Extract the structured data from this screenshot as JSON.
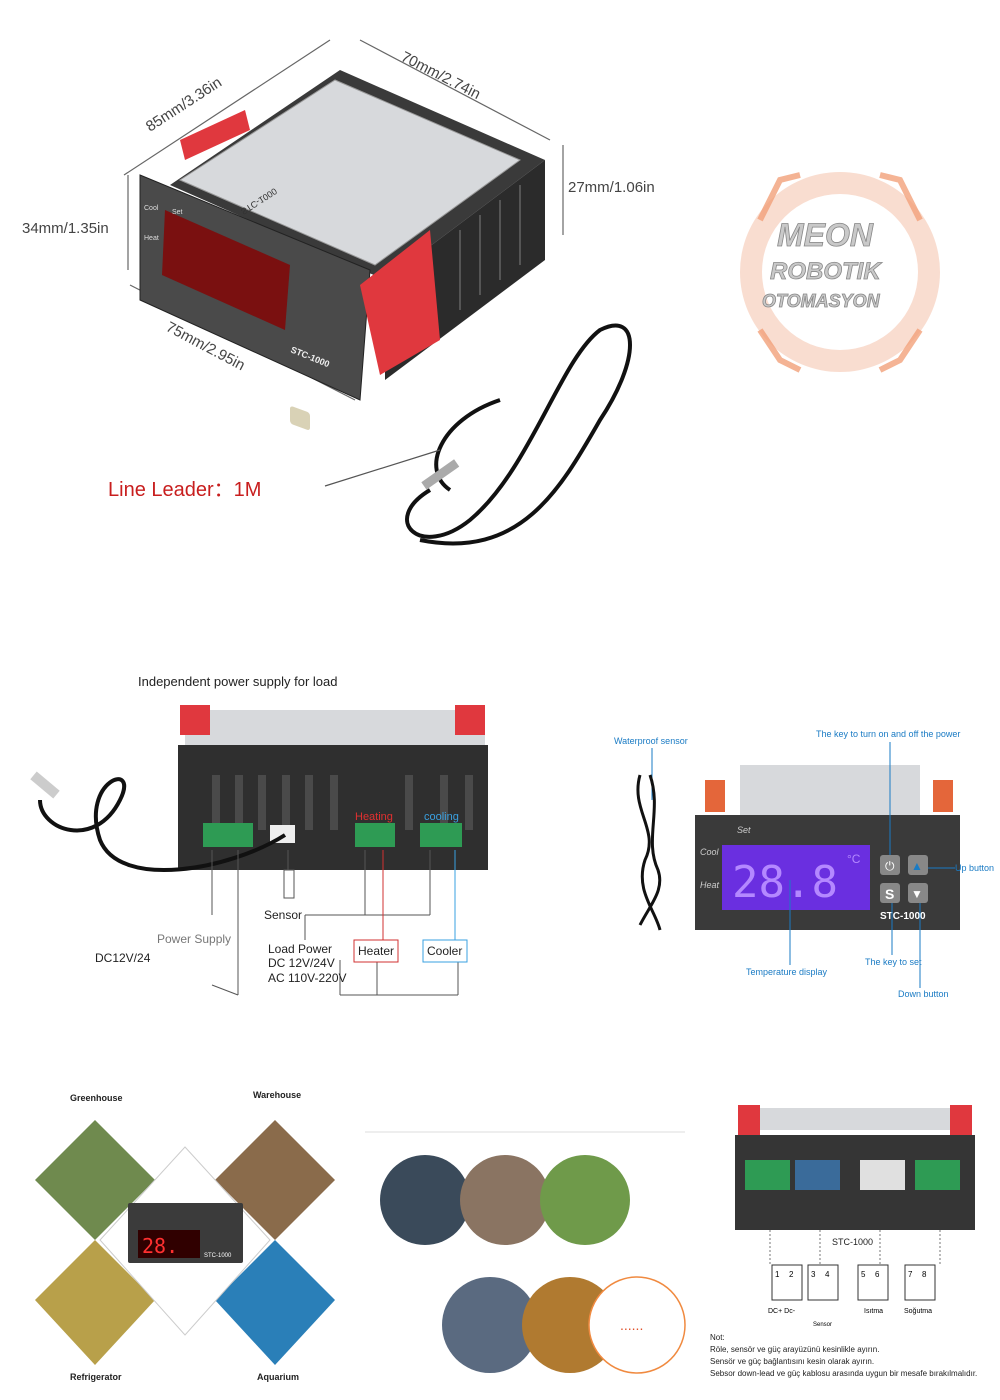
{
  "dimensions": {
    "length": "85mm/3.36in",
    "width": "70mm/2.74in",
    "front_height": "34mm/1.35in",
    "body_height": "27mm/1.06in",
    "depth": "75mm/2.95in"
  },
  "device": {
    "model": "STC-1000",
    "cool": "Cool",
    "heat": "Heat",
    "set": "Set",
    "set_key": "S",
    "display_value": "28.8",
    "display_unit": "°C"
  },
  "line_leader": "Line Leader：1M",
  "watermark": {
    "line1": "MEON",
    "line2": "ROBOTIK",
    "line3": "OTOMASYON"
  },
  "wiring": {
    "title": "Independent power supply for load",
    "heating": "Heating",
    "cooling": "cooling",
    "sensor": "Sensor",
    "power_supply": "Power Supply",
    "dc": "DC12V/24",
    "load_power": "Load Power",
    "load_dc": "DC 12V/24V",
    "load_ac": "AC 110V-220V",
    "heater": "Heater",
    "cooler": "Cooler"
  },
  "callouts": {
    "waterproof": "Waterproof sensor",
    "power_key": "The key to turn on and off the power",
    "up": "Up button",
    "temp": "Temperature display",
    "set_key": "The key to set",
    "down": "Down button"
  },
  "applications": {
    "greenhouse": "Greenhouse",
    "warehouse": "Warehouse",
    "refrigerator": "Refrigerator",
    "aquarium": "Aquarium",
    "more": "......"
  },
  "terminal": {
    "model": "STC-1000",
    "nums": [
      "1",
      "2",
      "3",
      "4",
      "5",
      "6",
      "7",
      "8"
    ],
    "dc": "DC+ Dc-",
    "sensor": "Sensor",
    "isitma": "Isıtma",
    "sogutma": "Soğutma",
    "note_title": "Not:",
    "note1": "Röle, sensör ve güç arayüzünü kesinlikle ayırın.",
    "note2": "Sensör ve güç bağlantısını kesin olarak ayırın.",
    "note3": "Sebsor down-lead ve güç kablosu arasında uygun bir mesafe bırakılmalıdır."
  },
  "colors": {
    "accent_red": "#c81e1e",
    "callout_blue": "#1a7bc4",
    "display": "#7a2cff",
    "clip": "#e0383e"
  }
}
